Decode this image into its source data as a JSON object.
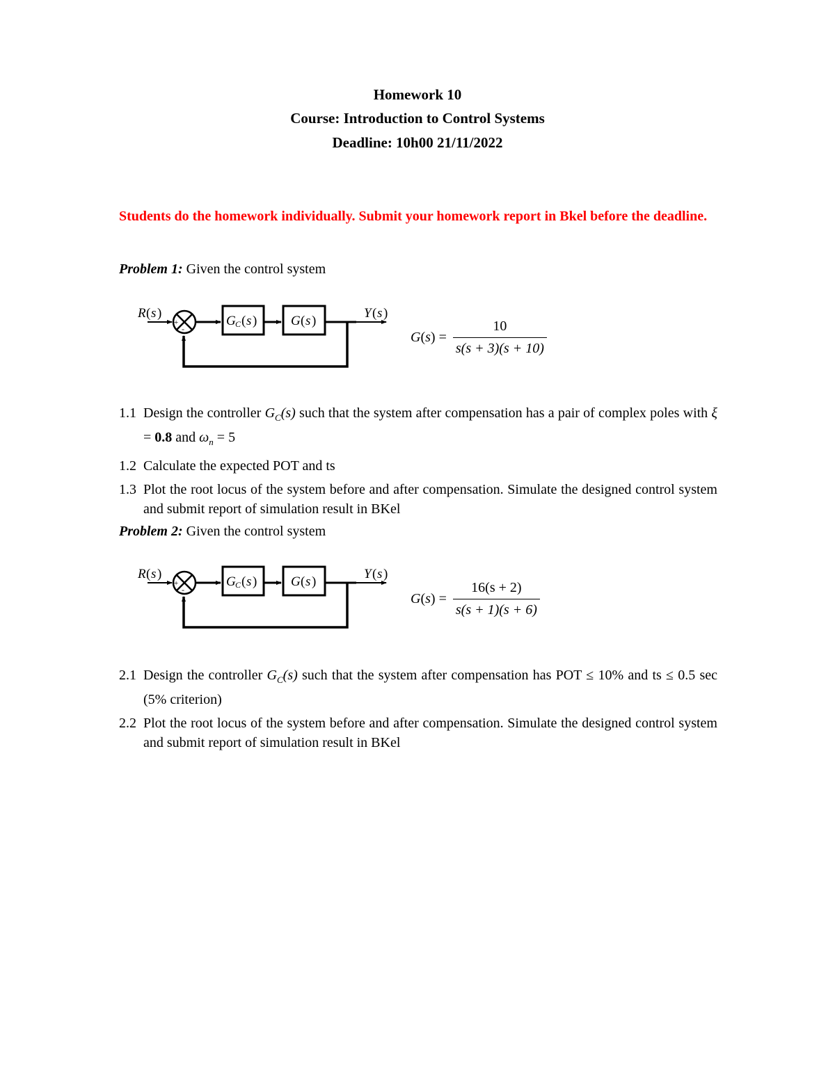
{
  "header": {
    "title": "Homework 10",
    "course": "Course: Introduction to Control Systems",
    "deadline": "Deadline: 10h00 21/11/2022"
  },
  "notice": {
    "text": "Students do the homework individually. Submit your homework report in Bkel before the deadline.",
    "color": "#ff0000"
  },
  "problems": [
    {
      "label": "Problem 1:",
      "intro": " Given the control system",
      "diagram": {
        "input": "R(s)",
        "controller": "Gc(s)",
        "controller_main": "G",
        "controller_sub": "C",
        "plant": "G(s)",
        "output": "Y(s)",
        "sum_signs": [
          "+",
          "-"
        ]
      },
      "transfer_function": {
        "lhs": "G(s) =",
        "numerator": "10",
        "denominator": "s(s + 3)(s + 10)"
      },
      "items": [
        {
          "num": "1.1",
          "text_a": "Design the controller ",
          "symbol": "GC(s)",
          "text_b": " such that the system after compensation has a pair of complex poles with ",
          "zeta": "ξ = 0.8",
          "text_c": " and ",
          "wn": "ωn = 5"
        },
        {
          "num": "1.2",
          "text": "Calculate the expected POT and ts"
        },
        {
          "num": "1.3",
          "text": "Plot the root locus of the system before and after compensation. Simulate the designed control system and submit report of simulation result in BKel"
        }
      ]
    },
    {
      "label": "Problem 2:",
      "intro": " Given the control system",
      "diagram": {
        "input": "R(s)",
        "controller": "Gc(s)",
        "controller_main": "G",
        "controller_sub": "C",
        "plant": "G(s)",
        "output": "Y(s)",
        "sum_signs": [
          "+",
          "-"
        ]
      },
      "transfer_function": {
        "lhs": "G(s) =",
        "numerator": "16(s + 2)",
        "denominator": "s(s + 1)(s + 6)"
      },
      "items": [
        {
          "num": "2.1",
          "text_a": "Design the controller ",
          "symbol": "GC(s)",
          "text_b": " such that the system after compensation has POT ≤ 10% and ts ≤ 0.5 sec (5% criterion)"
        },
        {
          "num": "2.2",
          "text": "Plot the root locus of the system before and after compensation. Simulate the designed control system and submit report of simulation result in BKel"
        }
      ]
    }
  ]
}
